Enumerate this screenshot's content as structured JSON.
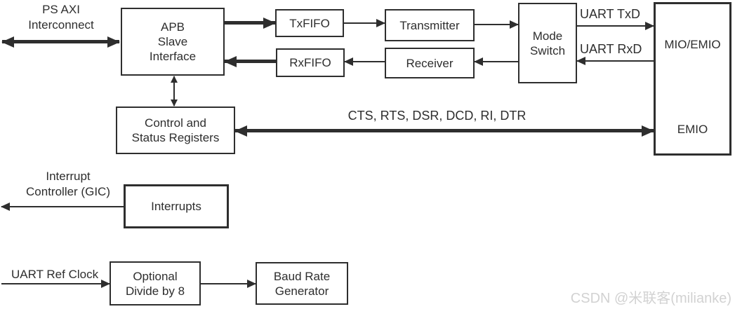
{
  "diagram": {
    "boxes": {
      "apb": {
        "label": "APB\nSlave\nInterface"
      },
      "txfifo": {
        "label": "TxFIFO"
      },
      "rxfifo": {
        "label": "RxFIFO"
      },
      "transmitter": {
        "label": "Transmitter"
      },
      "receiver": {
        "label": "Receiver"
      },
      "mode_switch": {
        "label": "Mode\nSwitch"
      },
      "mio_emio": {
        "label_top": "MIO/EMIO",
        "label_bottom": "EMIO"
      },
      "control_status": {
        "label": "Control and\nStatus Registers"
      },
      "interrupts": {
        "label": "Interrupts"
      },
      "optional_divide": {
        "label": "Optional\nDivide by 8"
      },
      "baud_rate": {
        "label": "Baud Rate\nGenerator"
      }
    },
    "labels": {
      "ps_axi_interconnect": "PS AXI\nInterconnect",
      "uart_txd": "UART TxD",
      "uart_rxd": "UART RxD",
      "modem_signals": "CTS, RTS, DSR, DCD, RI, DTR",
      "interrupt_controller": "Interrupt\nController (GIC)",
      "uart_ref_clock": "UART Ref Clock"
    },
    "colors": {
      "line": "#2e2e2e",
      "box_fill": "#ffffff",
      "background": "#ffffff",
      "watermark_text": "#d2d2d2"
    }
  },
  "watermark": {
    "text": "CSDN @米联客(milianke)"
  }
}
